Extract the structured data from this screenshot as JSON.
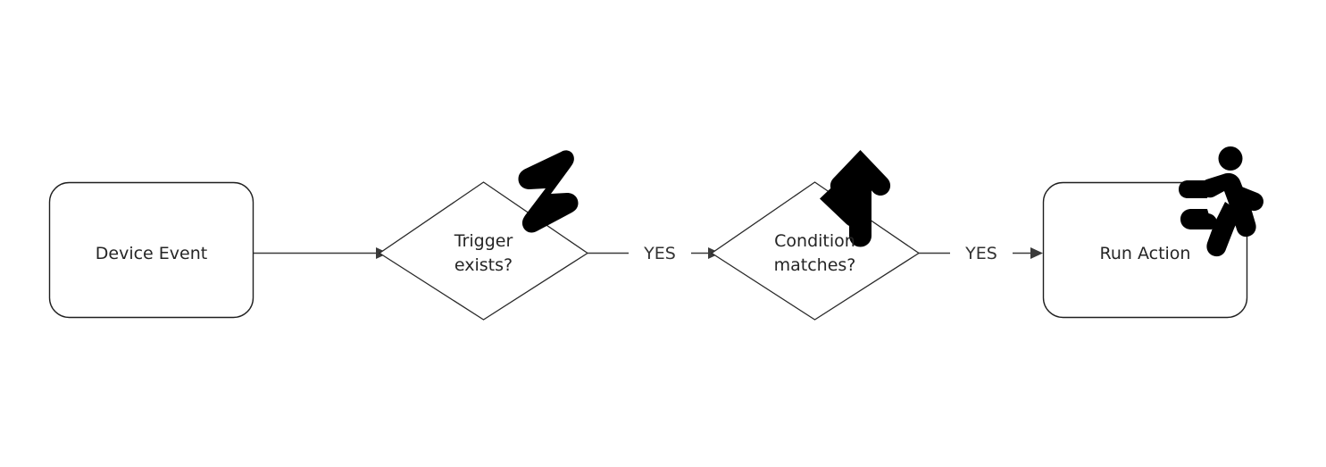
{
  "diagram": {
    "type": "flowchart",
    "orientation": "left-to-right",
    "background_color": "#ffffff",
    "stroke_color": "#1f1f1f",
    "text_color": "#252525",
    "icon_color": "#000000",
    "nodes": [
      {
        "id": "device-event",
        "label": "Device Event",
        "shape": "rounded-rectangle",
        "icon": null
      },
      {
        "id": "trigger-exists",
        "label": "Trigger\nexists?",
        "line1": "Trigger",
        "line2": "exists?",
        "shape": "diamond",
        "icon": "lightning-bolt-icon"
      },
      {
        "id": "condition-matches",
        "label": "Condition\nmatches?",
        "line1": "Condition",
        "line2": "matches?",
        "shape": "diamond",
        "icon": "fork-arrow-icon"
      },
      {
        "id": "run-action",
        "label": "Run Action",
        "shape": "rounded-rectangle",
        "icon": "running-person-icon"
      }
    ],
    "edges": [
      {
        "id": "edge-event-to-trigger",
        "from": "device-event",
        "to": "trigger-exists",
        "label": "",
        "arrow": "end"
      },
      {
        "id": "edge-trigger-to-condition",
        "from": "trigger-exists",
        "to": "condition-matches",
        "label": "YES",
        "arrow": "end"
      },
      {
        "id": "edge-condition-to-action",
        "from": "condition-matches",
        "to": "run-action",
        "label": "YES",
        "arrow": "end"
      }
    ]
  }
}
